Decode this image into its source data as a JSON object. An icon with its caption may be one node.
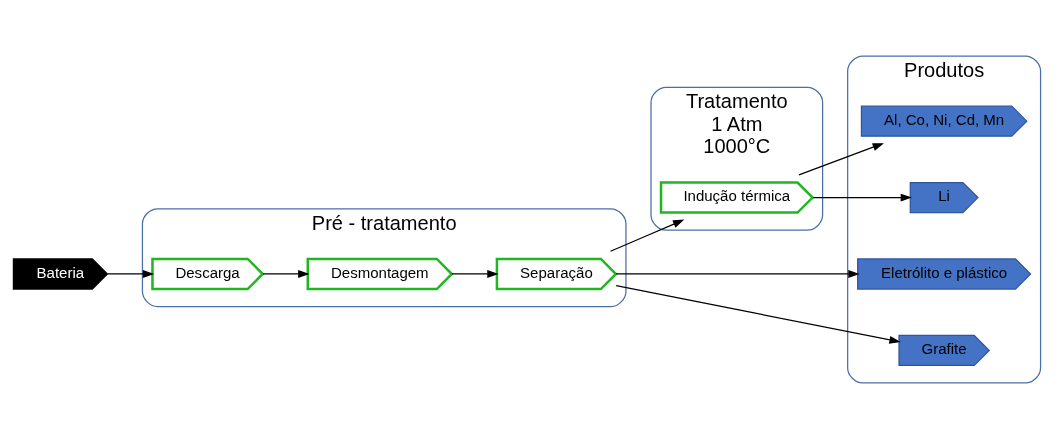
{
  "diagram": {
    "nodes": [
      {
        "text": [
          "Pré - tratamento"
        ]
      },
      {
        "text": [
          "Tratamento",
          "1 Atm",
          "1000°C"
        ]
      },
      {
        "text": [
          "Produtos"
        ]
      },
      {
        "text": [
          "Bateria"
        ]
      },
      {
        "text": [
          "Descarga"
        ],
        "in": 0
      },
      {
        "text": [
          "Desmontagem"
        ],
        "in": 0
      },
      {
        "text": [
          "Separação"
        ],
        "in": 0
      },
      {
        "text": [
          "Indução térmica"
        ],
        "in": 1
      },
      {
        "text": [
          "Eletrólito e plástico"
        ],
        "in": 2
      },
      {
        "text": [
          "Al, Co, Ni, Cd, Mn"
        ],
        "in": 2
      },
      {
        "text": [
          "Li"
        ],
        "in": 2
      },
      {
        "text": [
          "Grafite"
        ],
        "in": 2
      }
    ],
    "edges": [
      {
        "from": 3,
        "to": 4,
        "arrow": "to"
      },
      {
        "from": 4,
        "to": 5,
        "arrow": "to"
      },
      {
        "from": 5,
        "to": 6,
        "arrow": "to"
      },
      {
        "from": 6,
        "to": 7,
        "arrow": "to"
      },
      {
        "from": 6,
        "to": 8,
        "arrow": "to"
      },
      {
        "from": 6,
        "to": 11,
        "arrow": "to"
      },
      {
        "from": 7,
        "to": 9,
        "arrow": "to"
      },
      {
        "from": 7,
        "to": 10,
        "arrow": "to"
      }
    ]
  }
}
